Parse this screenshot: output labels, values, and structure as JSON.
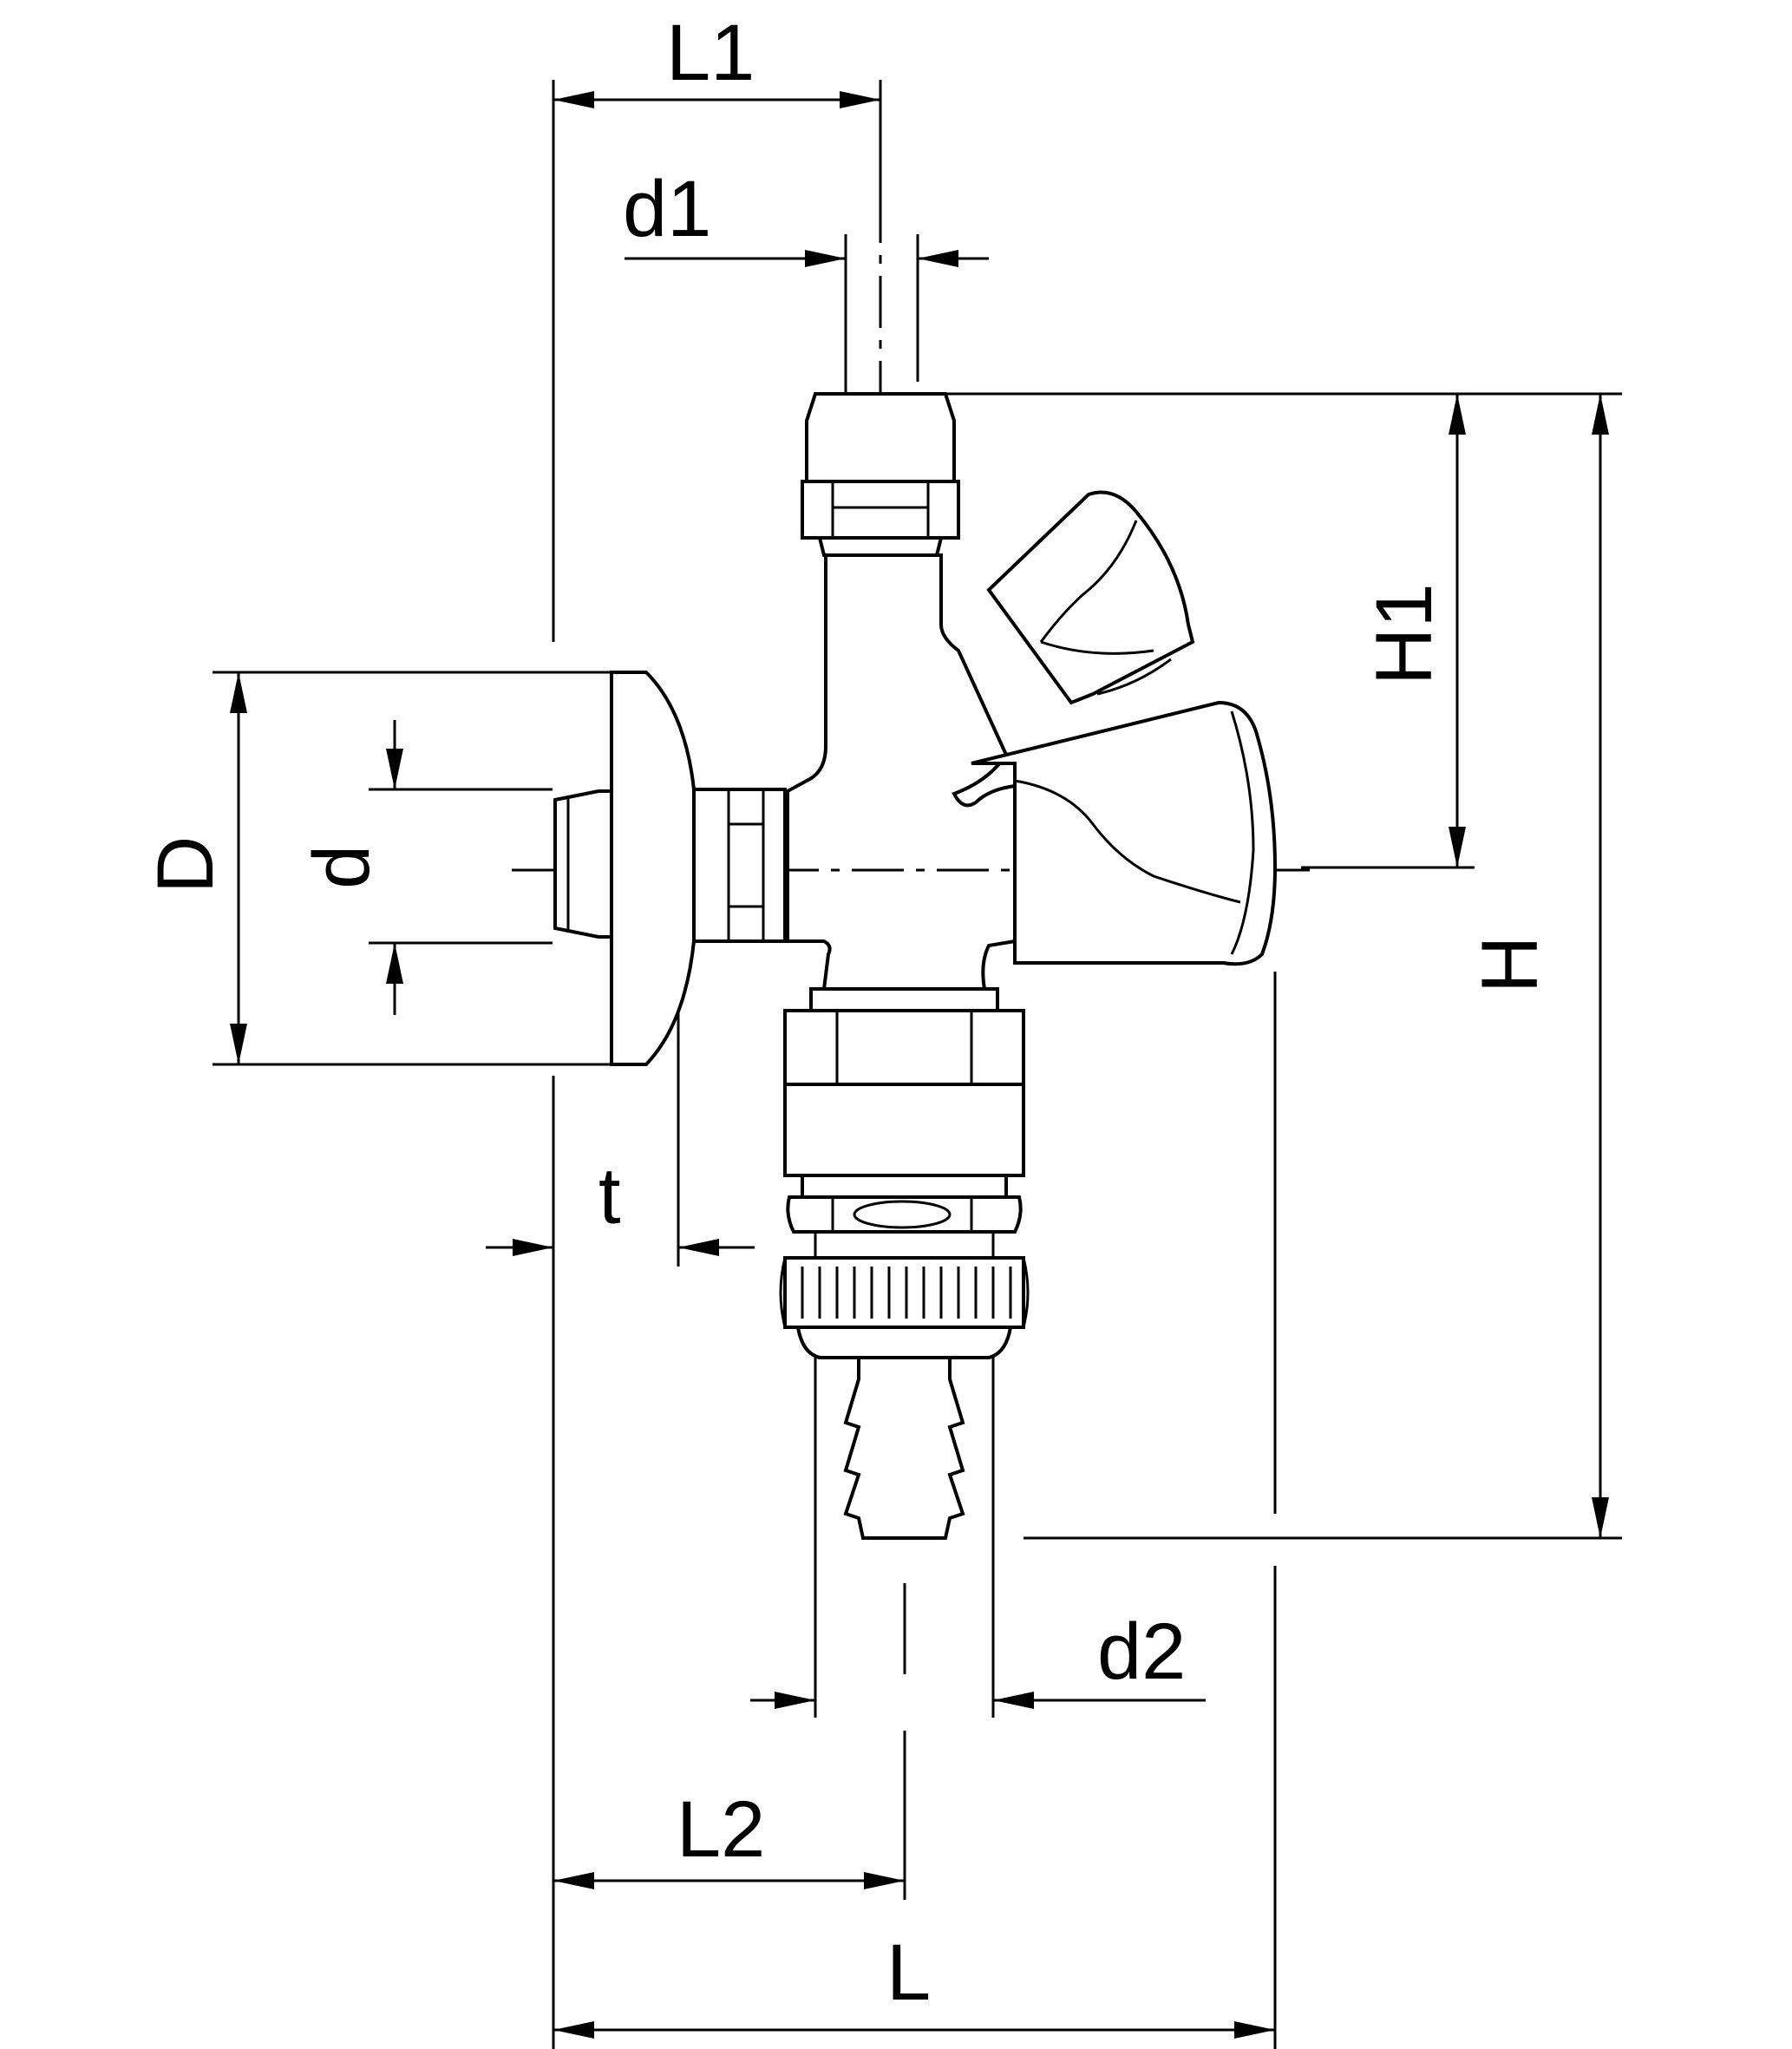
{
  "labels": {
    "L1": "L1",
    "d1": "d1",
    "H1": "H1",
    "H": "H",
    "D": "D",
    "d": "d",
    "t": "t",
    "d2": "d2",
    "L2": "L2",
    "L": "L"
  }
}
